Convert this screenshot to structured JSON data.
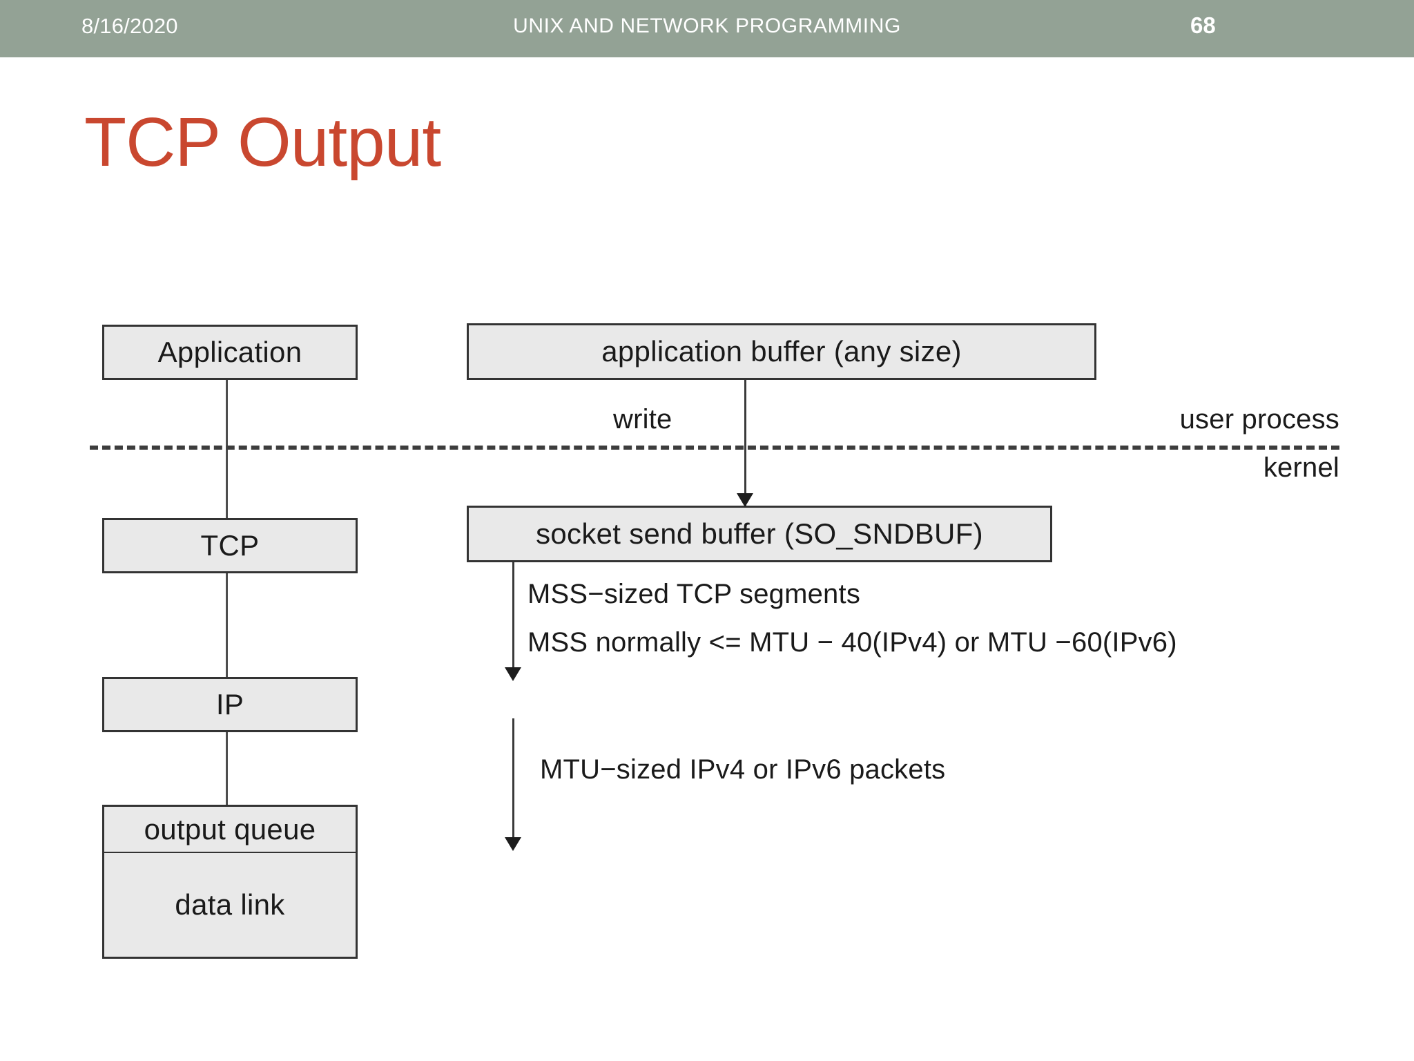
{
  "header": {
    "date": "8/16/2020",
    "course_title": "UNIX AND NETWORK PROGRAMMING",
    "page_number": "68",
    "bar_color": "#93a295",
    "text_color": "#ffffff"
  },
  "slide": {
    "title": "TCP Output",
    "title_color": "#c9472f",
    "background": "#ffffff"
  },
  "diagram": {
    "boxes": {
      "application": "Application",
      "tcp": "TCP",
      "ip": "IP",
      "output_queue": "output queue",
      "data_link": "data link",
      "application_buffer": "application buffer (any size)",
      "socket_send_buffer": "socket send buffer (SO_SNDBUF)"
    },
    "labels": {
      "write": "write",
      "user_process": "user process",
      "kernel": "kernel",
      "mss_segments": "MSS−sized TCP segments",
      "mss_formula": "MSS normally <= MTU − 40(IPv4) or MTU −60(IPv6)",
      "mtu_packets": "MTU−sized IPv4 or IPv6 packets"
    },
    "colors": {
      "box_fill": "#e9e9e9",
      "box_border": "#333333",
      "line": "#4e4e4e",
      "text": "#1a1a1a"
    }
  }
}
